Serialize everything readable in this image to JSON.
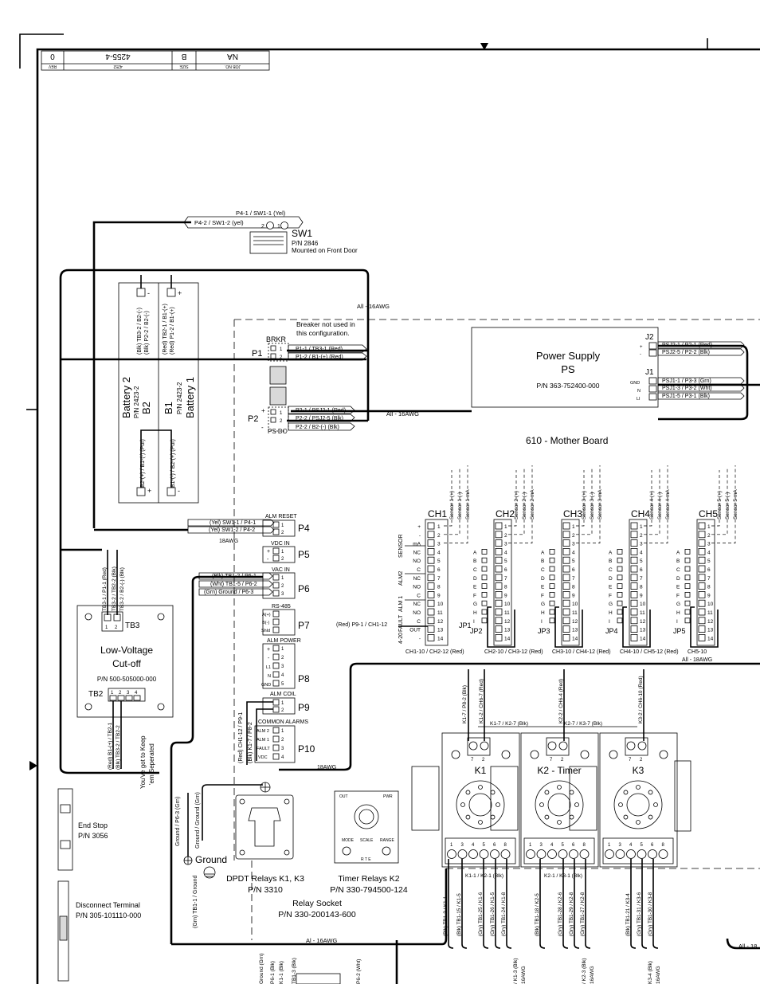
{
  "title_block": {
    "rev": "0",
    "dwg": "4255-4",
    "size": "B",
    "job": "NA",
    "rev_h": "REV",
    "dwg_h": "4252",
    "size_h": "SIZE",
    "job_h": "JOB NO."
  },
  "sw1": {
    "name": "SW1",
    "pn": "P/N 2846",
    "note": "Mounted on Front Door",
    "w1": "P4-1 / SW1-1 (Yel)",
    "w2": "P4-2 / SW1-2 (yel)",
    "p2": "2",
    "p1": "1"
  },
  "batt": {
    "b2_name": "Battery 2",
    "b2_pn": "P/N 2423-2",
    "b2_id": "B2",
    "b1_id": "B1",
    "b1_pn": "P/N 2423-2",
    "b1_name": "Battery 1",
    "b2_top": "(Blk) TB3-2 / B2-(-)",
    "b2_top2": "(Blk) P2-2 / B2-(-)",
    "b1_top": "(Red) TB2-1 / B1-(+)",
    "b1_top2": "(Red) P1-2 / B1-(+)",
    "b2_bot": "B2-(+) / B1-(-) (Pur)",
    "b1_bot": "B1-(-) / B2-(+) (Pur)",
    "plus": "+",
    "minus": "-"
  },
  "awg": {
    "all16": "All - 16AWG",
    "all16b": "All - 16AWG",
    "a18": "18AWG",
    "a18b": "18AWG",
    "all18": "All - 18AWG",
    "al16c": "Al - 16AWG",
    "all18r": "All - 18"
  },
  "brkr": {
    "note1": "Breaker not used in",
    "note2": "this configuration.",
    "name": "BRKR",
    "p1": "P1",
    "p2": "P2",
    "psdc": "PS DC",
    "w1": "P1-1 / TB3-1 (Red)",
    "w2": "P1-2 / B1-(+) (Red)",
    "w3": "P2-1 / PSJ2-1 (Red)",
    "w4": "P2-2 / PSJ2-5 (Blk)",
    "w5": "P2-2 / B2-(-) (Blk)"
  },
  "ps": {
    "name": "Power Supply",
    "id": "PS",
    "pn": "P/N 363-752400-000",
    "j2": "J2",
    "j1": "J1",
    "j2w1": "PSJ2-1 / P2-1 (Red)",
    "j2w2": "PSJ2-5 / P2-2 (Blk)",
    "j1w1": "PSJ1-1 / P3-3 (Grn)",
    "j1w2": "PSJ1-3 / P3-2 (Wht)",
    "j1w3": "PSJ1-5 / P3-1 (Blk)",
    "gnd": "GND",
    "n": "N",
    "li": "LI"
  },
  "mb": {
    "title": "610 - Mother Board"
  },
  "conn": {
    "p4": "P4",
    "p4h": "ALM RESET",
    "p4a": "(Yel) SW1-1 / P4-1",
    "p4b": "(Yel) SW1-2 / P4-2",
    "p5": "P5",
    "p5h": "VDC IN",
    "p6": "P6",
    "p6h": "VAC IN",
    "p6a": "(Blk) TB1-2 / P6-1",
    "p6b": "(Wht) TB1-5 / P6-2",
    "p6c": "(Grn) Ground / P6-3",
    "p7": "P7",
    "p7h": "RS-485",
    "p7l": [
      "A(+)",
      "B(-)",
      "Shld"
    ],
    "p8": "P8",
    "p8h": "ALM POWER",
    "p8l": [
      "+",
      "-",
      "L1",
      "N",
      "GND"
    ],
    "p9": "P9",
    "p9h": "ALM COIL",
    "p10": "P10",
    "p10h": "COMMON ALARMS",
    "p10l": [
      "ALM 2",
      "ALM 1",
      "FAULT",
      "VDC"
    ],
    "p9w": "(Red) P9-1 / CH1-12"
  },
  "ch1": {
    "name": "CH1",
    "groups": [
      "SENSOR",
      "ALM2",
      "ALM 1",
      "FAULT",
      "4-20"
    ],
    "pins": [
      "+",
      "-",
      "mA",
      "NC",
      "NO",
      "C",
      "NC",
      "NO",
      "C",
      "NC",
      "NO",
      "C",
      "OUT",
      "-"
    ],
    "jp": "JP1",
    "bottom": "CH1-10 / CH2-12 (Red)",
    "sens": [
      "Sensor 1 (+)",
      "Sensor 1 (-)",
      "Sensor 1 mA"
    ]
  },
  "chs": [
    {
      "name": "CH2",
      "jp": "JP2",
      "bottom": "CH2-10 / CH3-12 (Red)",
      "sens": [
        "Sensor 2 (+)",
        "Sensor 2 (-)",
        "Sensor 2 mA"
      ]
    },
    {
      "name": "CH3",
      "jp": "JP3",
      "bottom": "CH3-10 / CH4-12 (Red)",
      "sens": [
        "Sensor 3 (+)",
        "Sensor 3 (-)",
        "Sensor 3 mA"
      ]
    },
    {
      "name": "CH4",
      "jp": "JP4",
      "bottom": "CH4-10 / CH5-12 (Red)",
      "sens": [
        "Sensor 4 (+)",
        "Sensor 4 (-)",
        "Sensor 4 mA"
      ]
    },
    {
      "name": "CH5",
      "jp": "JP5",
      "bottom": "CH5-10",
      "sens": [
        "Sensor 5 (+)",
        "Sensor 5 (-)",
        "Sensor 5 mA"
      ]
    }
  ],
  "jumper_letters": [
    "A",
    "B",
    "C",
    "D",
    "E",
    "F",
    "G",
    "H",
    "I"
  ],
  "lv": {
    "tb3": "TB3",
    "title1": "Low-Voltage",
    "title2": "Cut-off",
    "pn": "P/N 500-505000-000",
    "tb2": "TB2",
    "pins": [
      "1",
      "2",
      "3",
      "4"
    ],
    "w1": "TB3-1 / P1-1 (Red)",
    "w2": "TB3-2 / TB2-2 (Blk)",
    "w3": "TB3-2 / B2-(-) (Blk)",
    "w4": "(Red) B1-(+) / TB2-1",
    "w5": "(Blk) TB3-2 / TB2-2",
    "note1": "You've got to Keep",
    "note2": "'em Seperated"
  },
  "relays": {
    "k1": "K1",
    "k2": "K2 - Timer",
    "k3": "K3",
    "k1w": "K1-7 / K2-7 (Blk)",
    "k2w": "K2-7 / K3-7 (Blk)",
    "v1": "K1-7 / P8-2 (Blk)",
    "v2": "K1-2 / CH6-7 (Red)",
    "v3": "K2-2 / CH6-4 (Red)",
    "v4": "K3-2 / CH6-10 (Red)",
    "top_pins": [
      "7",
      "2"
    ],
    "bot_pins": [
      "1",
      "3",
      "4",
      "5",
      "6",
      "8"
    ],
    "b1": "K1-1 / K2-1 (Blk)",
    "b2": "K2-1 / K3-1 (Blk)"
  },
  "misc": {
    "endstop": "End Stop",
    "endstop_pn": "P/N 3056",
    "disc": "Disconnect Terminal",
    "disc_pn": "P/N 305-101110-000",
    "ground": "Ground",
    "dpdt": "DPDT Relays K1, K3",
    "dpdt_pn": "P/N 3310",
    "timer": "Timer Relays K2",
    "timer_pn": "P/N 330-794500-124",
    "socket": "Relay Socket",
    "socket_pn": "P/N 330-200143-600",
    "tm_out": "OUT",
    "tm_pwr": "PWR",
    "tm_mode": "MODE",
    "tm_scale": "SCALE",
    "tm_range": "RANGE",
    "tm_rte": "R T E",
    "gnd_v1": "Ground / P6-3 (Grn)",
    "gnd_v2": "Ground / Ground (Grn)",
    "gnd_v3": "(Grn) TB1-1 / Ground",
    "red_v": "(Red) CH1-12 / P9-1",
    "blk_v": "(Blk) K1-7 / P8-2"
  },
  "bottom_wires": [
    "(Blk) TB1-3 / K1-1",
    "(Blk) TB1-15 / K1-5",
    "(Gry) TB1-25 / K1-6",
    "(Gry) TB1-26 / K1-5",
    "(Gry) TB1-24 / K1-8",
    "(Blk) TB1-18 / K2-5",
    "(Gry) TB1-28 / K2-6",
    "(Gry) TB1-29 / K2-8",
    "(Gry) TB1-27 / K2-8",
    "(Blk) TB1-21 / K3-4",
    "(Gry) TB1-31 / K3-6",
    "(Gry) TB1-30 / K3-8"
  ],
  "bottom_labels": [
    "Ground (Grn)",
    "P6-1 (Blk)",
    "K1-1 (Blk)",
    "TB1-3 (Blk)",
    "P6-2 (Wht)",
    "/ K1-3 (Blk)",
    "16AWG",
    "/ K2-3 (Blk)",
    "16AWG",
    "K3-4 (Blk)",
    "16AWG"
  ]
}
